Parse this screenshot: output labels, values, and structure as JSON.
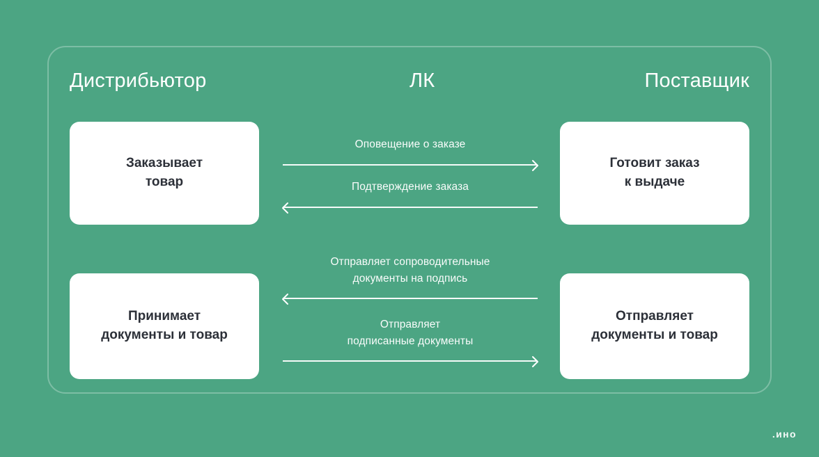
{
  "diagram": {
    "background_color": "#4CA583",
    "box_color": "#FFFFFF",
    "box_text_color": "#2C3038",
    "label_color": "#FFFFFF",
    "columns": [
      {
        "key": "distributor",
        "label": "Дистрибьютор"
      },
      {
        "key": "lk",
        "label": "ЛК"
      },
      {
        "key": "supplier",
        "label": "Поставщик"
      }
    ],
    "rows": [
      {
        "left_box": "Заказывает\nтовар",
        "right_box": "Готовит заказ\nк выдаче",
        "arrows": [
          {
            "label": "Оповещение о заказе",
            "direction": "right"
          },
          {
            "label": "Подтверждение заказа",
            "direction": "left"
          }
        ]
      },
      {
        "left_box": "Принимает\nдокументы и товар",
        "right_box": "Отправляет\nдокументы и товар",
        "arrows": [
          {
            "label": "Отправляет сопроводительные\nдокументы на подпись",
            "direction": "left"
          },
          {
            "label": "Отправляет\nподписанные документы",
            "direction": "right"
          }
        ]
      }
    ],
    "watermark": ".ино"
  }
}
